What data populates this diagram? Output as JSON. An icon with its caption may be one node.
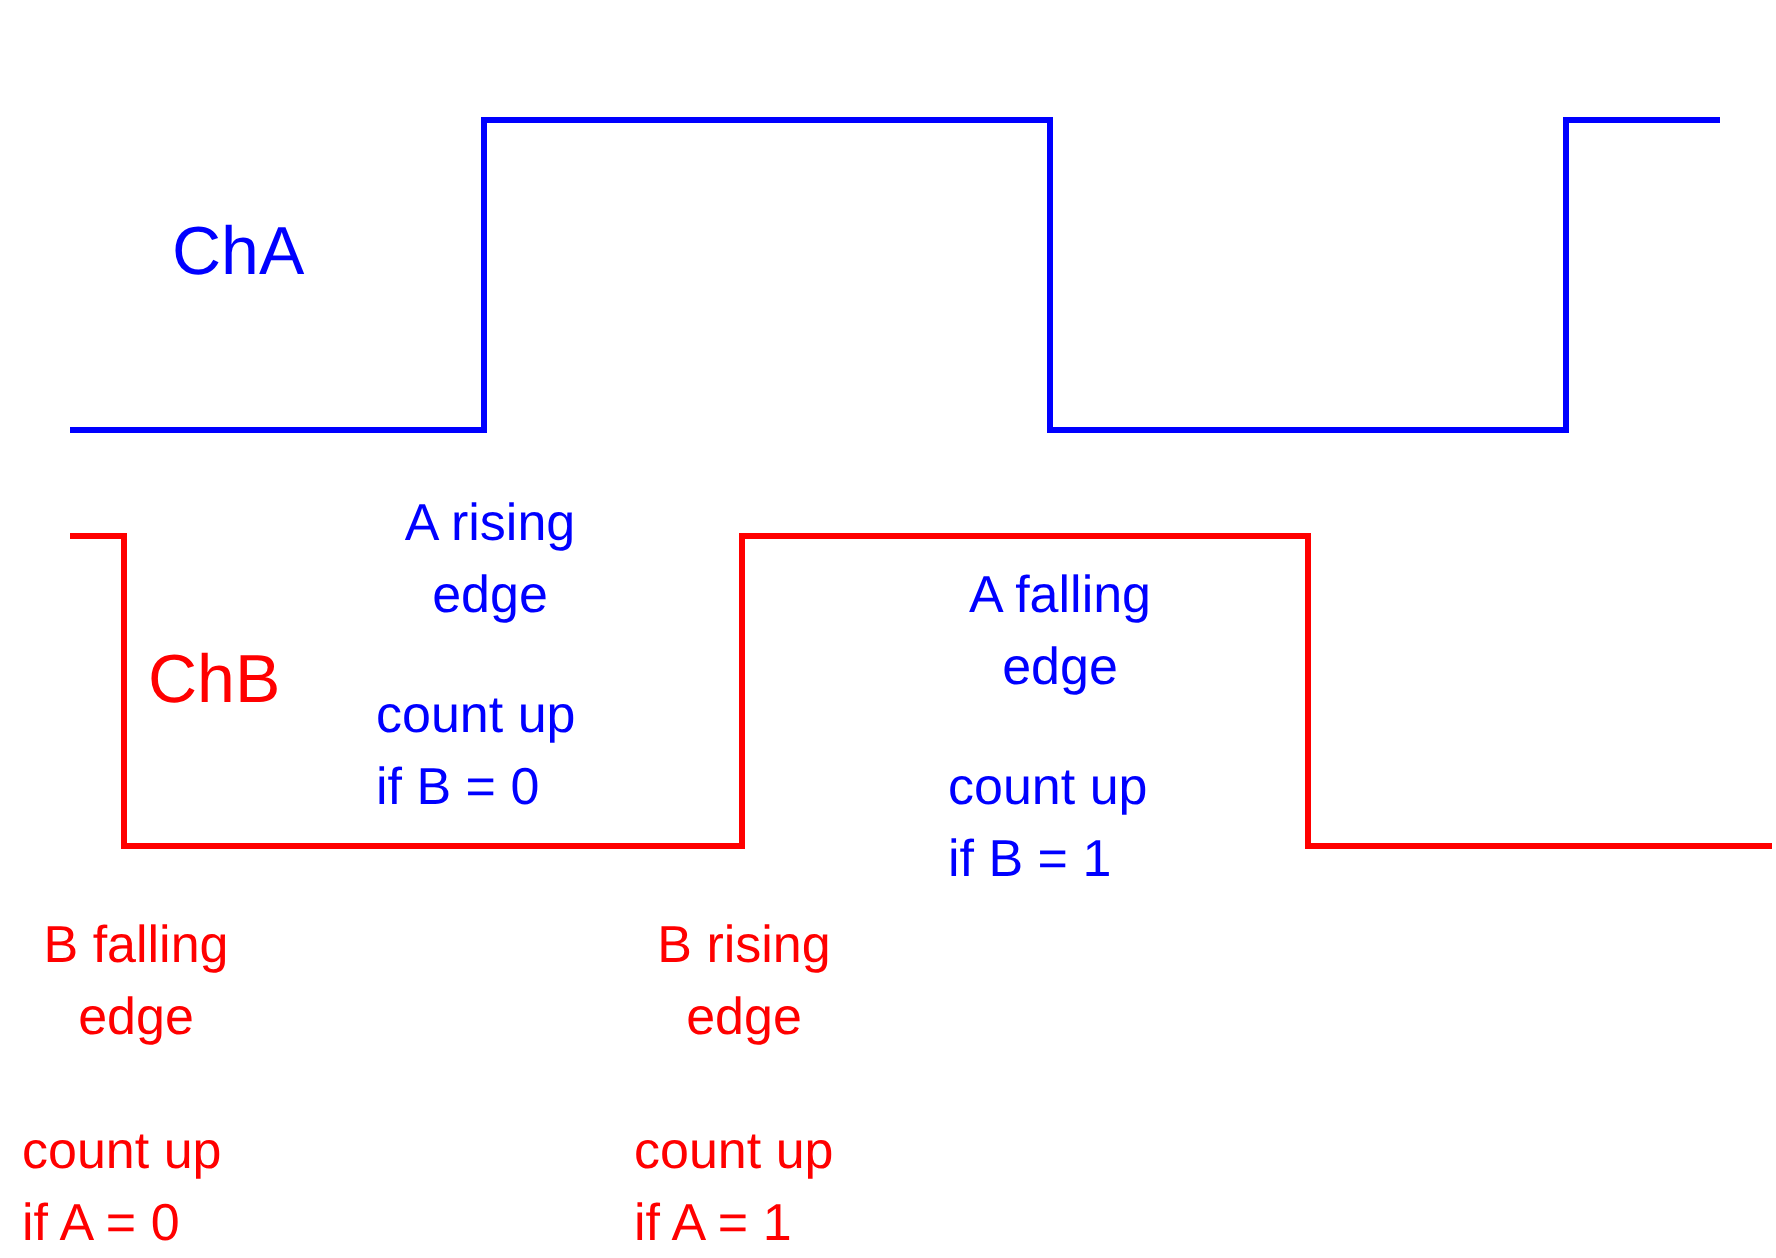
{
  "diagram": {
    "labels": [
      "ChA",
      "A rising edge",
      "A falling edge",
      "ChB",
      "count up if B = 0",
      "count up if B = 1",
      "B falling edge",
      "B rising edge",
      "count up if A = 0",
      "count up if A = 1"
    ]
  }
}
